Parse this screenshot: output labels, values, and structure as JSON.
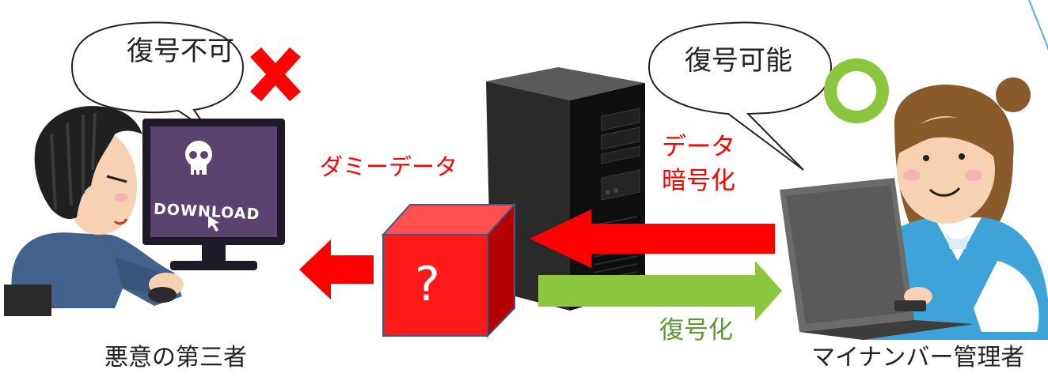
{
  "labels": {
    "attacker_bubble": "復号不可",
    "admin_bubble": "復号可能",
    "dummy_data": "ダミーデータ",
    "encrypt_line1": "データ",
    "encrypt_line2": "暗号化",
    "decrypt": "復号化",
    "attacker_caption": "悪意の第三者",
    "admin_caption": "マイナンバー管理者",
    "box_symbol": "?",
    "screen_download": "DOWNLOAD"
  },
  "colors": {
    "red_text": "#ff0000",
    "green_text": "#5d9a36",
    "red_arrow": "#ff0000",
    "green_arrow": "#8cc63f",
    "box_red": "#ff1a1a",
    "cross": "#ff0000",
    "circle": "#8cc63f"
  },
  "icons": {
    "attacker": "hacker-person-icon",
    "admin": "office-worker-icon",
    "server": "server-tower-icon",
    "box": "mystery-box-icon",
    "cross": "cross-mark-icon",
    "circle": "circle-mark-icon"
  }
}
